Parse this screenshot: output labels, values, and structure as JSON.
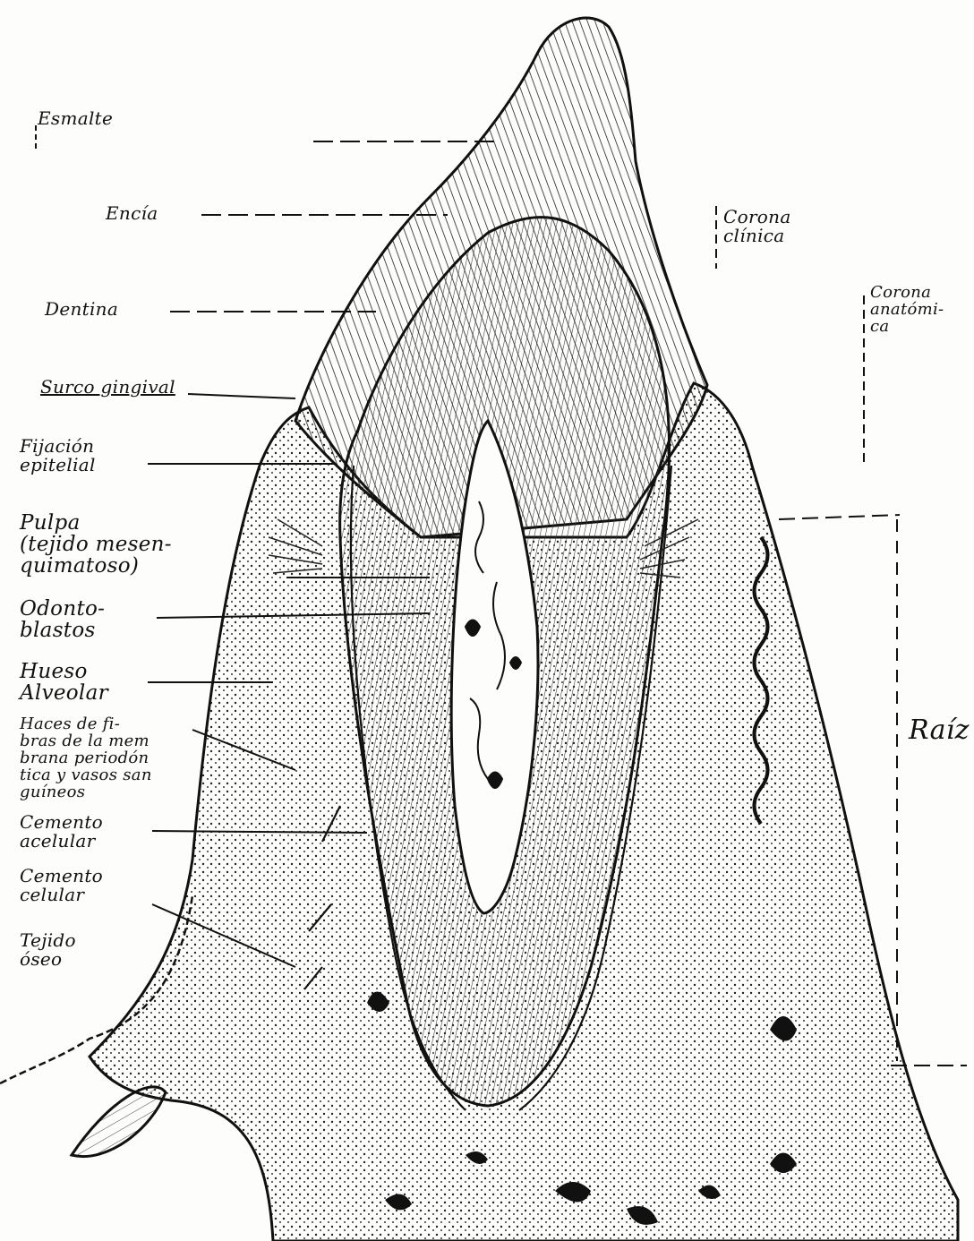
{
  "figure": {
    "labels_left": [
      {
        "id": "esmalte",
        "text": "Esmalte"
      },
      {
        "id": "encia",
        "text": "Encía"
      },
      {
        "id": "dentina",
        "text": "Dentina"
      },
      {
        "id": "surco",
        "text": "Surco gingival"
      },
      {
        "id": "fijacion",
        "text": "Fijación\nepitelial"
      },
      {
        "id": "pulpa",
        "text": "Pulpa\n(tejido mesen-\nquimatoso)"
      },
      {
        "id": "odontoblastos",
        "text": "Odonto-\nblastos"
      },
      {
        "id": "hueso",
        "text": "Hueso\nAlveolar"
      },
      {
        "id": "haces",
        "text": "Haces de fi-\nbras de la mem\nbrana periodón\ntica y vasos san\nguíneos"
      },
      {
        "id": "cemento_acel",
        "text": "Cemento\nacelular"
      },
      {
        "id": "cemento_cel",
        "text": "Cemento\ncelular"
      },
      {
        "id": "tejido_oseo",
        "text": "Tejido\nóseo"
      }
    ],
    "labels_right": [
      {
        "id": "corona_clinica",
        "text": "Corona\nclínica"
      },
      {
        "id": "corona_anatomica",
        "text": "Corona\nanatómi-\nca"
      },
      {
        "id": "raiz",
        "text": "Raíz"
      }
    ],
    "colors": {
      "ink": "#111111",
      "paper": "#fdfdfb",
      "tissue": "#d9d9d5",
      "dentin": "#bdbdb8",
      "enamel": "#cfcfca"
    }
  }
}
